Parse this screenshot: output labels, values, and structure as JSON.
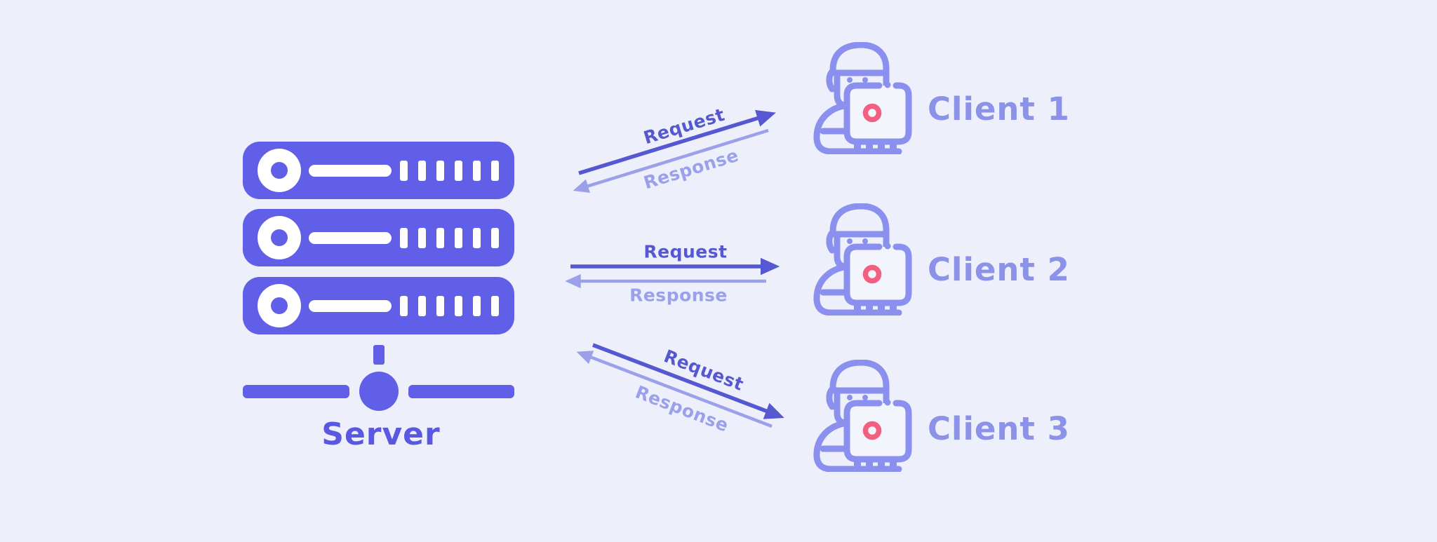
{
  "diagram": {
    "server": {
      "label": "Server"
    },
    "clients": [
      {
        "label": "Client 1"
      },
      {
        "label": "Client 2"
      },
      {
        "label": "Client 3"
      }
    ],
    "connections": [
      {
        "to": "Client 1",
        "request_label": "Request",
        "response_label": "Response",
        "direction": "up-right"
      },
      {
        "to": "Client 2",
        "request_label": "Request",
        "response_label": "Response",
        "direction": "horizontal"
      },
      {
        "to": "Client 3",
        "request_label": "Request",
        "response_label": "Response",
        "direction": "down-right"
      }
    ],
    "icons": {
      "server": "server-rack-icon",
      "client": "person-with-laptop-icon"
    },
    "colors": {
      "background": "#edf0fa",
      "server_fill": "#615ee8",
      "server_label": "#5a57e0",
      "client_outline": "#8b90ee",
      "client_label": "#8d92e9",
      "request_arrow": "#5558d1",
      "response_arrow": "#9aa0ea",
      "laptop_logo_pink": "#f25f80"
    }
  }
}
